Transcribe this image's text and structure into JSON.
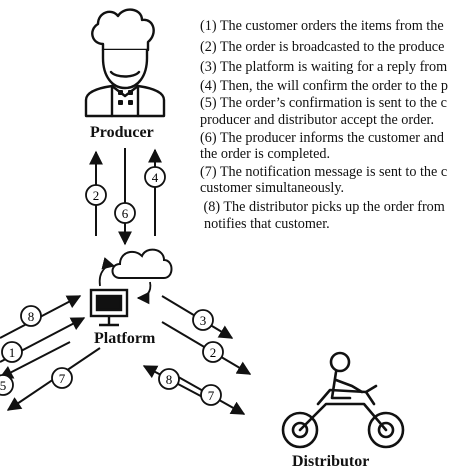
{
  "nodes": {
    "producer": "Producer",
    "platform": "Platform",
    "distributor": "Distributor"
  },
  "steps": [
    "(1) The customer orders the items from the",
    "(2) The order is broadcasted to the produce",
    "(3) The platform is waiting for a reply from",
    "(4) Then, the will confirm the order to the p",
    "(5) The order’s confirmation is sent to the c",
    "producer and distributor accept the order.",
    "(6) The producer informs the customer and",
    "the order is completed.",
    "(7) The notification message is sent to the c",
    "customer simultaneously.",
    " (8) The distributor picks up the order from",
    "notifies that customer."
  ],
  "badges": {
    "producer_up_2": "2",
    "producer_down_6": "6",
    "producer_up_4": "4",
    "dist_3": "3",
    "dist_2": "2",
    "dist_8": "8",
    "dist_7": "7",
    "cust_8": "8",
    "cust_1": "1",
    "cust_5": "5",
    "cust_7": "7"
  },
  "icons": {
    "producer": "chef-icon",
    "platform": "computer-icon",
    "cloud": "cloud-icon",
    "distributor": "motorbike-rider-icon"
  },
  "colors": {
    "ink": "#111111",
    "background": "#ffffff"
  }
}
